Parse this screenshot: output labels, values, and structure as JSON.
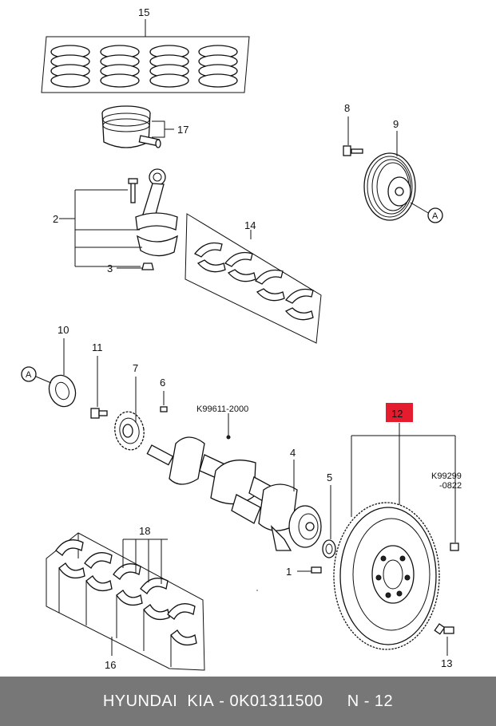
{
  "callouts": {
    "c1": "1",
    "c2": "2",
    "c3": "3",
    "c4": "4",
    "c5": "5",
    "c6": "6",
    "c7": "7",
    "c8": "8",
    "c9": "9",
    "c10": "10",
    "c11": "11",
    "c12": "12",
    "c13": "13",
    "c14": "14",
    "c15": "15",
    "c16": "16",
    "c17": "17",
    "c18": "18",
    "ref_a1": "A",
    "ref_a2": "A",
    "k1": "K99611-2000",
    "k2_line1": "K99299",
    "k2_line2": "-0822"
  },
  "highlight_color": "#e51c2e",
  "footer": {
    "brand": "HYUNDAI  KIA",
    "separator": " - ",
    "part_number": "0K01311500",
    "ref": "N - 12"
  }
}
